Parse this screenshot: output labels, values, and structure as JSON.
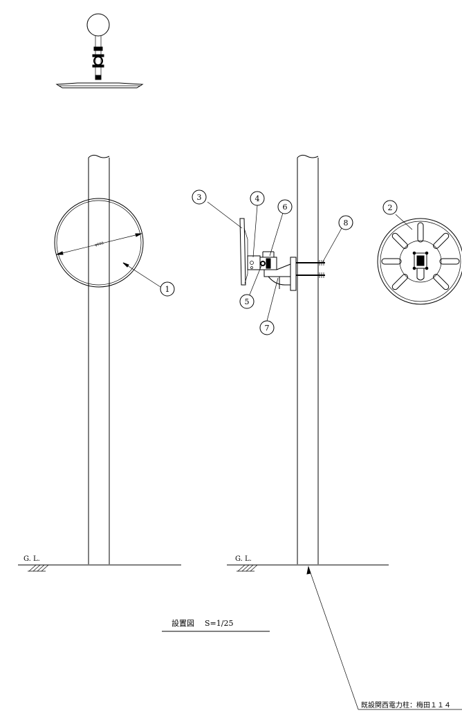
{
  "ground": {
    "left_label": "G. L.",
    "right_label": "G. L."
  },
  "mirror_face": {
    "diameter_label": "φ600"
  },
  "callouts": {
    "c1": "1",
    "c2": "2",
    "c3": "3",
    "c4": "4",
    "c5": "5",
    "c6": "6",
    "c7": "7",
    "c8": "8"
  },
  "caption": {
    "title": "設置図",
    "scale": "S=1/25"
  },
  "pole_note": "既設関西電力柱：梅田１１４"
}
